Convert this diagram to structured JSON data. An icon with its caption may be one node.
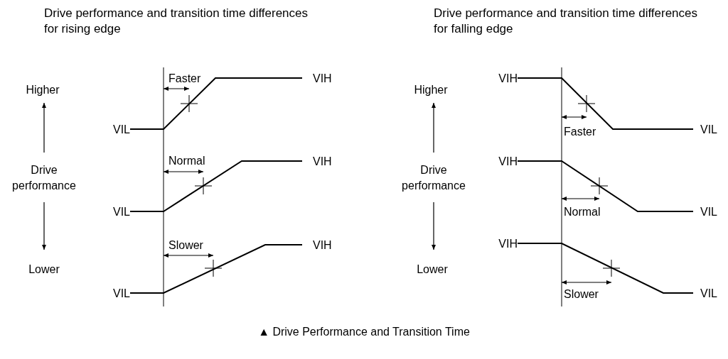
{
  "diagram": {
    "caption": "▲ Drive Performance and Transition Time",
    "labels": [
      "Drive performance and transition time differences for rising edge",
      "Faster",
      "VIH",
      "Higher",
      "VIL",
      "Drive performance",
      "Normal",
      "VIH",
      "VIL",
      "Slower",
      "VIH",
      "Lower",
      "VIL",
      "Drive performance and transition time differences for falling edge",
      "VIH",
      "Higher",
      "VIL",
      "Faster",
      "VIH",
      "Drive performance",
      "VIL",
      "Normal",
      "VIH",
      "Lower",
      "VIL",
      "Slower"
    ]
  }
}
